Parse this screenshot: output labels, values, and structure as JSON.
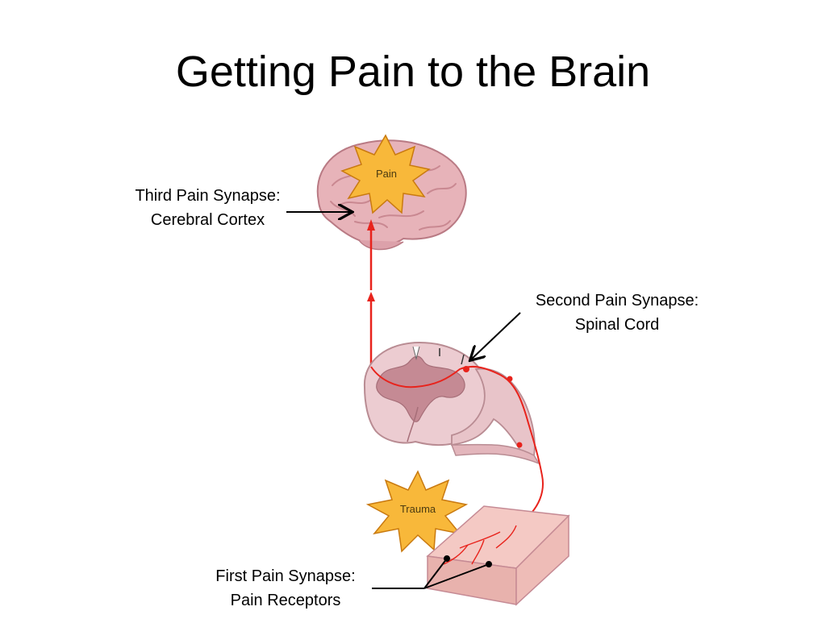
{
  "slide": {
    "title": "Getting Pain to the Brain"
  },
  "labels": {
    "third": {
      "line1": "Third Pain Synapse:",
      "line2": "Cerebral Cortex"
    },
    "second": {
      "line1": "Second Pain Synapse:",
      "line2": "Spinal Cord"
    },
    "first": {
      "line1": "First Pain Synapse:",
      "line2": "Pain Receptors"
    }
  },
  "bursts": {
    "brain": "Pain",
    "skin": "Trauma"
  },
  "colors": {
    "brain": "#e7b3b9",
    "brain_dark": "#c98891",
    "burst": "#f8b83a",
    "burst_edge": "#c97a10",
    "nerve": "#e8231c",
    "cord": "#ecccd1",
    "cord_gray": "#c58a94",
    "skin": "#f4c9c4"
  }
}
